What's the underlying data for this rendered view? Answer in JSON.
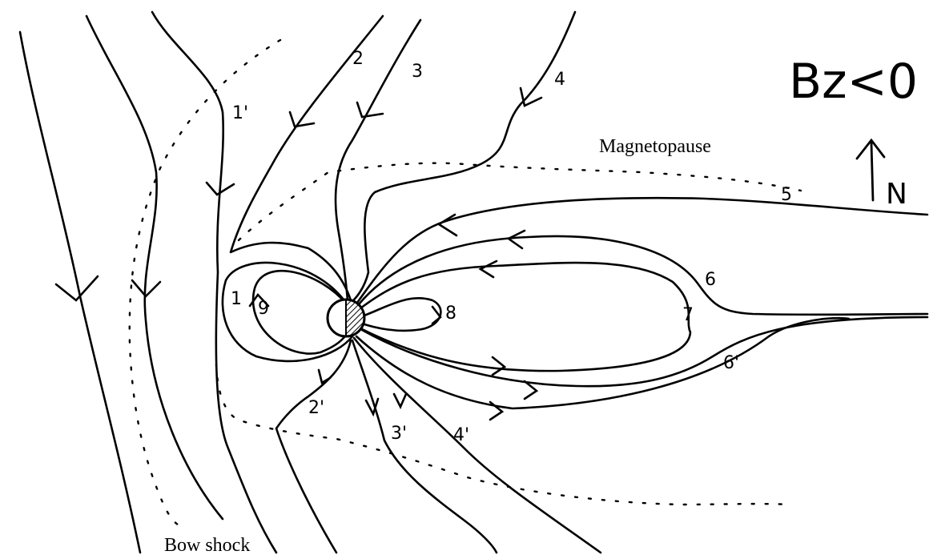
{
  "title_expression": "Bz<0",
  "north_label": "N",
  "labels": {
    "magnetopause": "Magnetopause",
    "bow_shock": "Bow shock"
  },
  "field_line_numbers": [
    "1",
    "1'",
    "2",
    "2'",
    "3",
    "3'",
    "4",
    "4'",
    "5",
    "6",
    "6'",
    "7",
    "8",
    "9"
  ],
  "line_color": "#000000",
  "background_color": "#ffffff"
}
